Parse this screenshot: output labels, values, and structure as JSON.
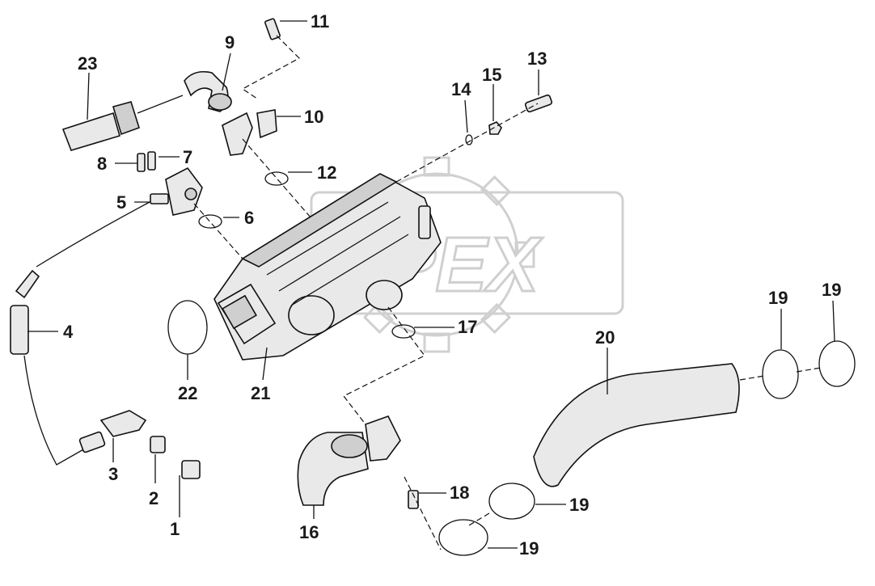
{
  "watermark": {
    "text": "APEX"
  },
  "callouts": [
    {
      "id": "c1",
      "label": "1"
    },
    {
      "id": "c2",
      "label": "2"
    },
    {
      "id": "c3",
      "label": "3"
    },
    {
      "id": "c4",
      "label": "4"
    },
    {
      "id": "c5",
      "label": "5"
    },
    {
      "id": "c6",
      "label": "6"
    },
    {
      "id": "c7",
      "label": "7"
    },
    {
      "id": "c8",
      "label": "8"
    },
    {
      "id": "c9",
      "label": "9"
    },
    {
      "id": "c10",
      "label": "10"
    },
    {
      "id": "c11",
      "label": "11"
    },
    {
      "id": "c12",
      "label": "12"
    },
    {
      "id": "c13",
      "label": "13"
    },
    {
      "id": "c14",
      "label": "14"
    },
    {
      "id": "c15",
      "label": "15"
    },
    {
      "id": "c16",
      "label": "16"
    },
    {
      "id": "c17",
      "label": "17"
    },
    {
      "id": "c18",
      "label": "18"
    },
    {
      "id": "c19a",
      "label": "19"
    },
    {
      "id": "c19b",
      "label": "19"
    },
    {
      "id": "c19c",
      "label": "19"
    },
    {
      "id": "c19d",
      "label": "19"
    },
    {
      "id": "c20",
      "label": "20"
    },
    {
      "id": "c21",
      "label": "21"
    },
    {
      "id": "c22",
      "label": "22"
    },
    {
      "id": "c23",
      "label": "23"
    }
  ],
  "colors": {
    "ink": "#111111",
    "part_fill": "#e9e9e9",
    "watermark": "#d0d0d0"
  }
}
